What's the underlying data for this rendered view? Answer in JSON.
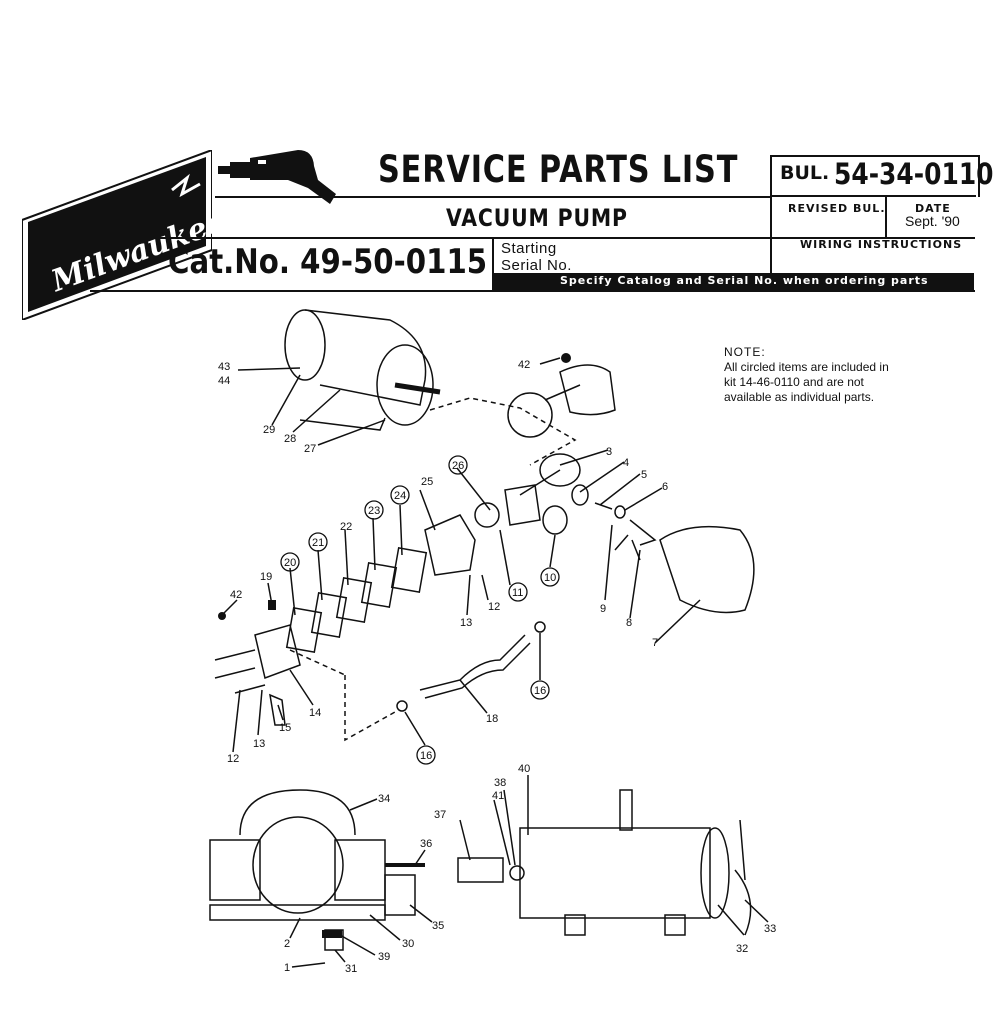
{
  "header": {
    "brand": "Milwaukee",
    "title": "SERVICE PARTS LIST",
    "subtitle": "VACUUM PUMP",
    "catalog": "Cat.No. 49-50-0115",
    "starting_label": "Starting",
    "serial_label": "Serial No.",
    "specify_note": "Specify Catalog and Serial No. when ordering parts",
    "bul_label": "BUL.",
    "bul_number": "54-34-0110",
    "revised_label": "REVISED BUL.",
    "date_label": "DATE",
    "date_value": "Sept. '90",
    "wiring_label": "WIRING INSTRUCTIONS"
  },
  "note": {
    "heading": "NOTE:",
    "line1": "All circled items are included in",
    "line2": "kit 14-46-0110 and are not",
    "line3": "available as individual parts."
  },
  "part_labels": {
    "p1": "1",
    "p2": "2",
    "p3": "3",
    "p4": "4",
    "p5": "5",
    "p6": "6",
    "p7": "7",
    "p8": "8",
    "p9": "9",
    "p10": "10",
    "p11": "11",
    "p12a": "12",
    "p12b": "12",
    "p13a": "13",
    "p13b": "13",
    "p14": "14",
    "p15": "15",
    "p16a": "16",
    "p16b": "16",
    "p18": "18",
    "p19": "19",
    "p20": "20",
    "p21": "21",
    "p22": "22",
    "p23": "23",
    "p24": "24",
    "p25": "25",
    "p26": "26",
    "p27": "27",
    "p28": "28",
    "p29": "29",
    "p30": "30",
    "p31": "31",
    "p32": "32",
    "p33": "33",
    "p34": "34",
    "p35": "35",
    "p36": "36",
    "p37": "37",
    "p38": "38",
    "p39": "39",
    "p40": "40",
    "p41": "41",
    "p42a": "42",
    "p42b": "42",
    "p43": "43",
    "p44": "44"
  }
}
